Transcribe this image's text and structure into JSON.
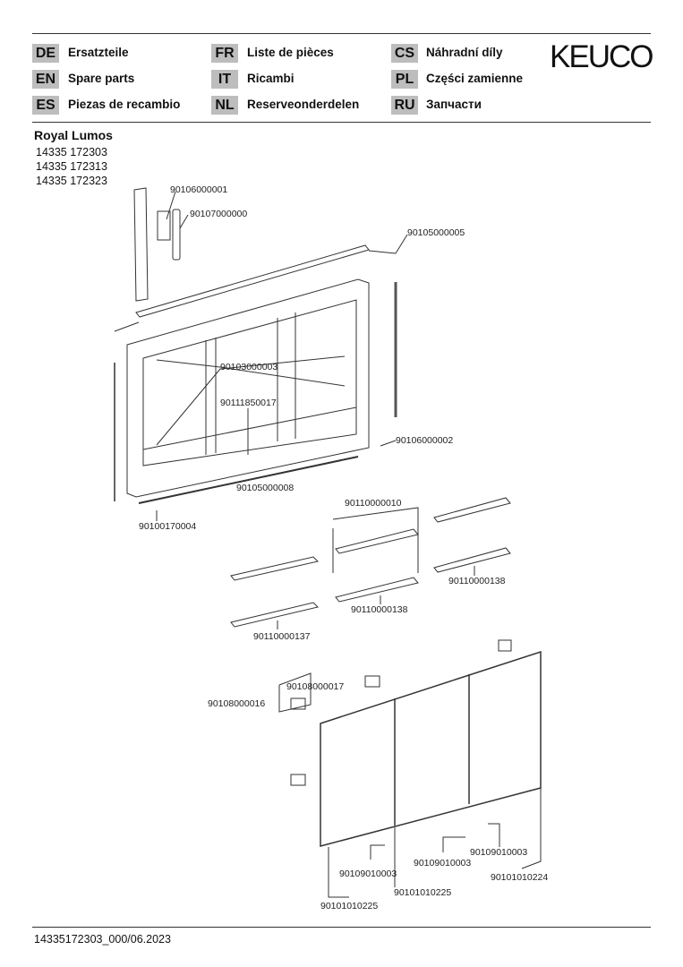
{
  "languages": [
    {
      "code": "DE",
      "label": "Ersatzteile"
    },
    {
      "code": "EN",
      "label": "Spare parts"
    },
    {
      "code": "ES",
      "label": "Piezas de recambio"
    },
    {
      "code": "FR",
      "label": "Liste de pièces"
    },
    {
      "code": "IT",
      "label": "Ricambi"
    },
    {
      "code": "NL",
      "label": "Reserveonderdelen"
    },
    {
      "code": "CS",
      "label": "Náhradní díly"
    },
    {
      "code": "PL",
      "label": "Części zamienne"
    },
    {
      "code": "RU",
      "label": "Запчасти"
    }
  ],
  "brand": "KEUCO",
  "product": {
    "name": "Royal Lumos",
    "articles": [
      "14335 172303",
      "14335 172313",
      "14335 172323"
    ]
  },
  "parts": [
    "90106000001",
    "90107000000",
    "90105000005",
    "90103000003",
    "90111850017",
    "90106000002",
    "90105000008",
    "90100170004",
    "90110000010",
    "90110000138",
    "90110000138",
    "90110000137",
    "90108000017",
    "90108000016",
    "90109010003",
    "90109010003",
    "90109010003",
    "90101010224",
    "90101010225",
    "90101010225"
  ],
  "footer": "14335172303_000/06.2023"
}
